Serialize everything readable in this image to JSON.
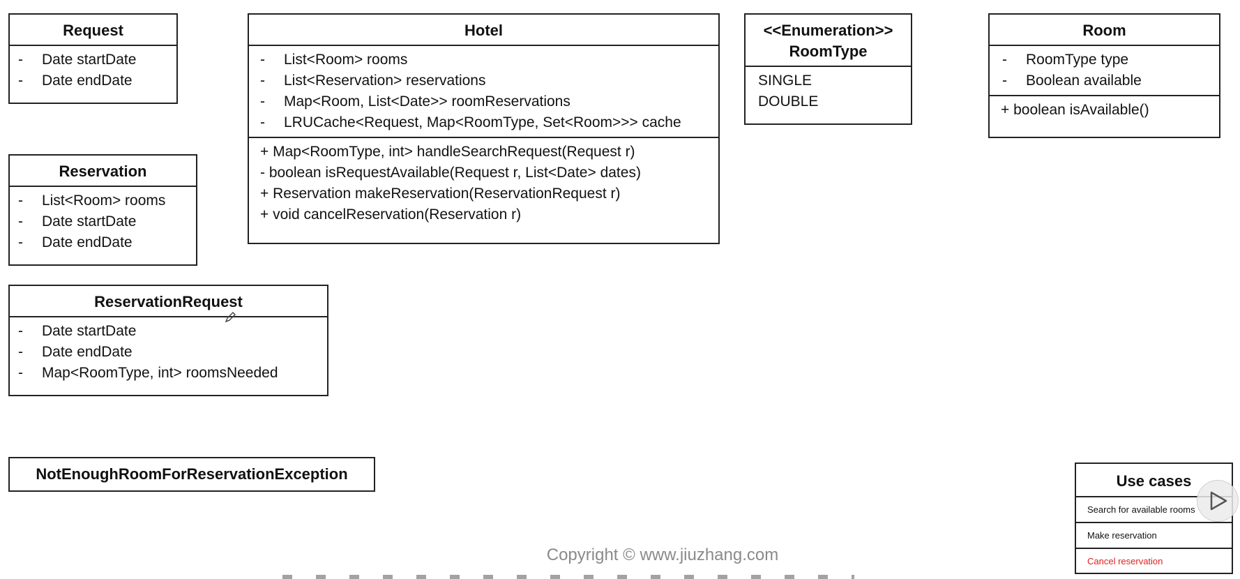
{
  "request": {
    "title": "Request",
    "attributes": [
      {
        "vis": "-",
        "text": "Date startDate"
      },
      {
        "vis": "-",
        "text": "Date endDate"
      }
    ]
  },
  "hotel": {
    "title": "Hotel",
    "attributes": [
      {
        "vis": "-",
        "text": "List<Room> rooms"
      },
      {
        "vis": "-",
        "text": "List<Reservation> reservations"
      },
      {
        "vis": "-",
        "text": "Map<Room, List<Date>> roomReservations"
      },
      {
        "vis": "-",
        "text": "LRUCache<Request, Map<RoomType, Set<Room>>> cache"
      }
    ],
    "methods": [
      "+ Map<RoomType, int> handleSearchRequest(Request r)",
      "-  boolean isRequestAvailable(Request r, List<Date> dates)",
      "+ Reservation makeReservation(ReservationRequest r)",
      "+ void cancelReservation(Reservation r)"
    ]
  },
  "room_type": {
    "stereotype": "<<Enumeration>>",
    "title": "RoomType",
    "values": [
      "SINGLE",
      "DOUBLE"
    ]
  },
  "room": {
    "title": "Room",
    "attributes": [
      {
        "vis": "-",
        "text": "RoomType type"
      },
      {
        "vis": "-",
        "text": "Boolean available"
      }
    ],
    "methods": [
      "+ boolean isAvailable()"
    ]
  },
  "reservation": {
    "title": "Reservation",
    "attributes": [
      {
        "vis": "-",
        "text": "List<Room> rooms"
      },
      {
        "vis": "-",
        "text": "Date startDate"
      },
      {
        "vis": "-",
        "text": "Date endDate"
      }
    ]
  },
  "reservation_request": {
    "title": "ReservationRequest",
    "attributes": [
      {
        "vis": "-",
        "text": "Date startDate"
      },
      {
        "vis": "-",
        "text": "Date endDate"
      },
      {
        "vis": "-",
        "text": "Map<RoomType, int> roomsNeeded"
      }
    ]
  },
  "exception": {
    "title": "NotEnoughRoomForReservationException"
  },
  "use_cases": {
    "title": "Use cases",
    "items": [
      {
        "text": "Search for available rooms",
        "color": "#111111"
      },
      {
        "text": "Make reservation",
        "color": "#111111"
      },
      {
        "text": "Cancel reservation",
        "color": "#e01e1e"
      }
    ]
  },
  "copyright": "Copyright © www.jiuzhang.com",
  "icons": {
    "cursor": "pen-cursor-icon",
    "overlay": "play-icon"
  }
}
